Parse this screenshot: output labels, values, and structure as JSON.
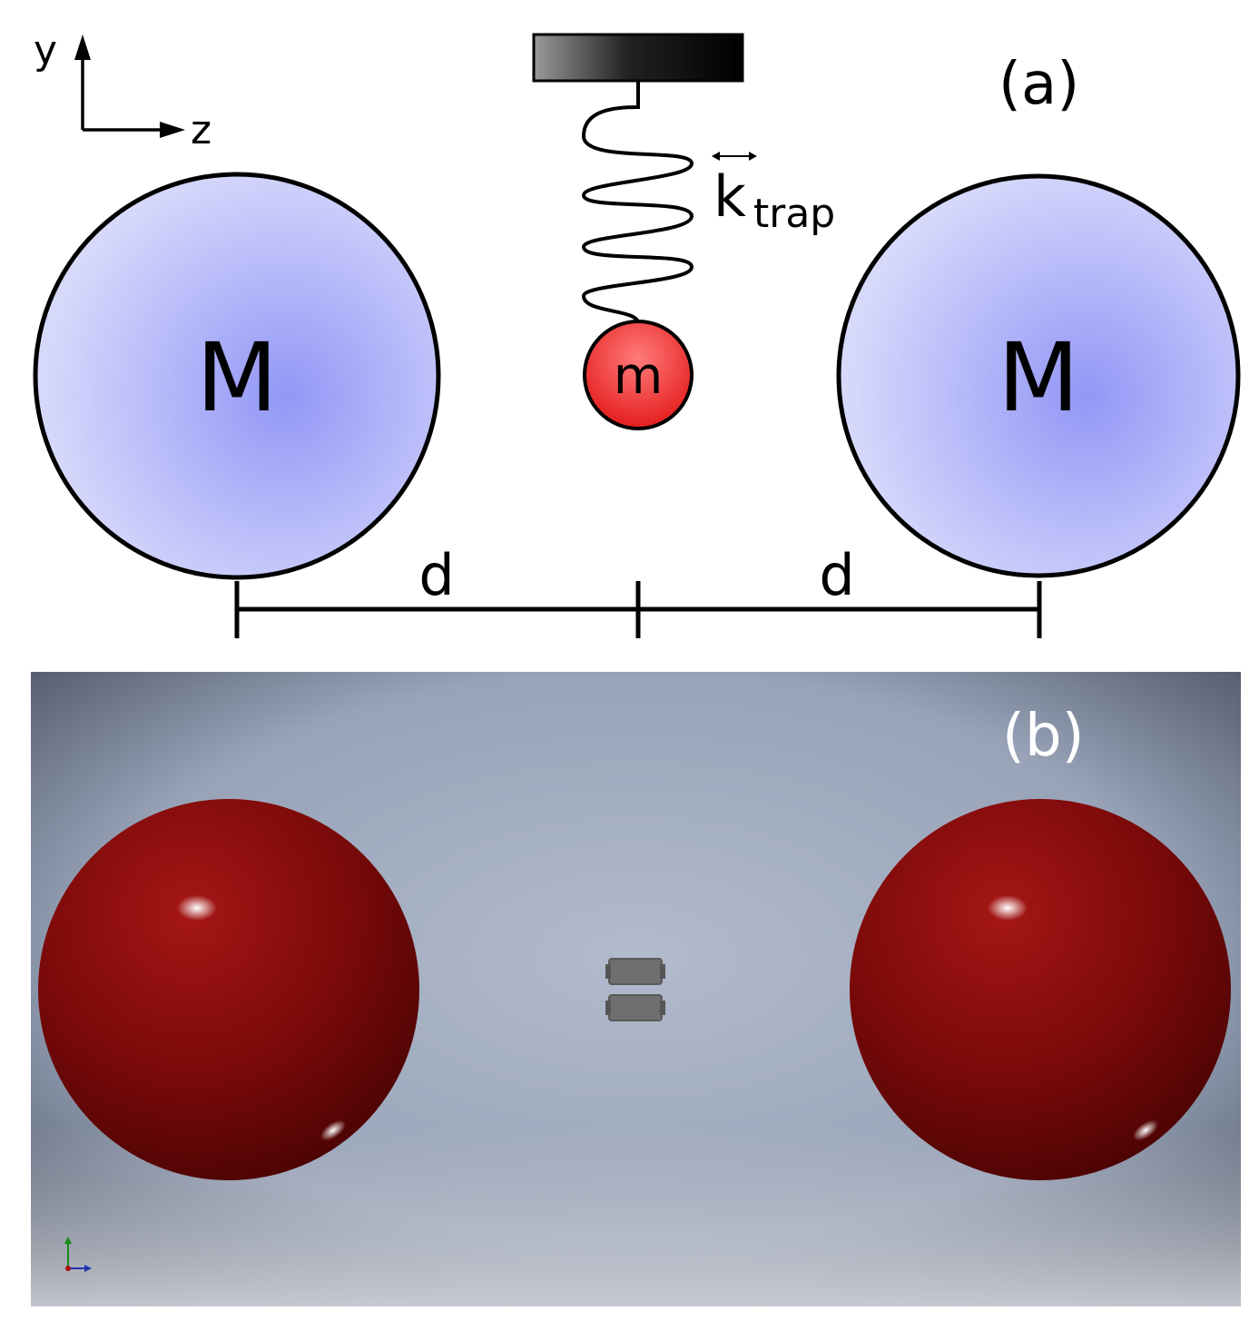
{
  "panel_a": {
    "label": "(a)",
    "axes": {
      "y_label": "y",
      "z_label": "z"
    },
    "source_mass_label": "M",
    "test_mass_label": "m",
    "spring_label_main": "k",
    "spring_label_sub": "trap",
    "distance_label": "d",
    "colors": {
      "source_mass_center": "#9da2f7",
      "source_mass_edge": "#d9dbfb",
      "test_mass": "#ee2a2a"
    }
  },
  "panel_b": {
    "label": "(b)",
    "colors": {
      "sphere": "#8b0a0a",
      "background": "#98a2b8"
    }
  }
}
